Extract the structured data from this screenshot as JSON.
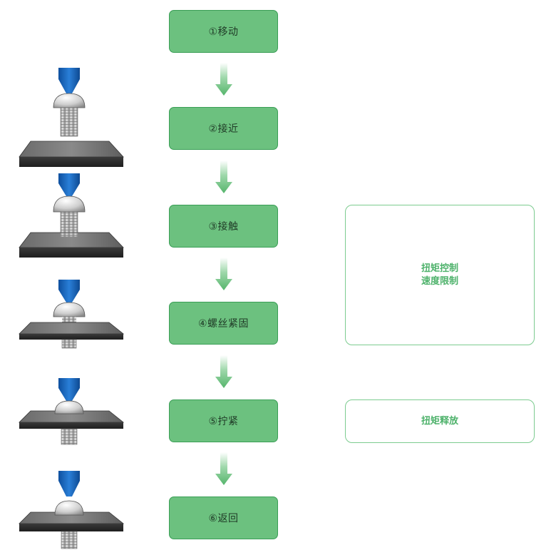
{
  "colors": {
    "step_fill": "#6cc17f",
    "step_border": "#3a9e56",
    "note_border": "#7ccb8f",
    "note_text": "#4eb26b",
    "bit": "#1f6fc5"
  },
  "steps": [
    {
      "label": "①移动"
    },
    {
      "label": "②接近"
    },
    {
      "label": "③接触"
    },
    {
      "label": "④螺丝紧固"
    },
    {
      "label": "⑤拧紧"
    },
    {
      "label": "⑥返回"
    }
  ],
  "notes": {
    "torque_control": {
      "line1": "扭矩控制",
      "line2": "速度限制"
    },
    "torque_release": {
      "line1": "扭矩释放"
    }
  },
  "illustrations": [
    {
      "icon": "screwdriver-approaching-screw-icon",
      "stage": "approach"
    },
    {
      "icon": "screwdriver-contact-screw-icon",
      "stage": "contact"
    },
    {
      "icon": "screw-fastening-icon",
      "stage": "fastening"
    },
    {
      "icon": "screw-tightened-icon",
      "stage": "tightened"
    },
    {
      "icon": "screwdriver-return-icon",
      "stage": "return"
    }
  ]
}
